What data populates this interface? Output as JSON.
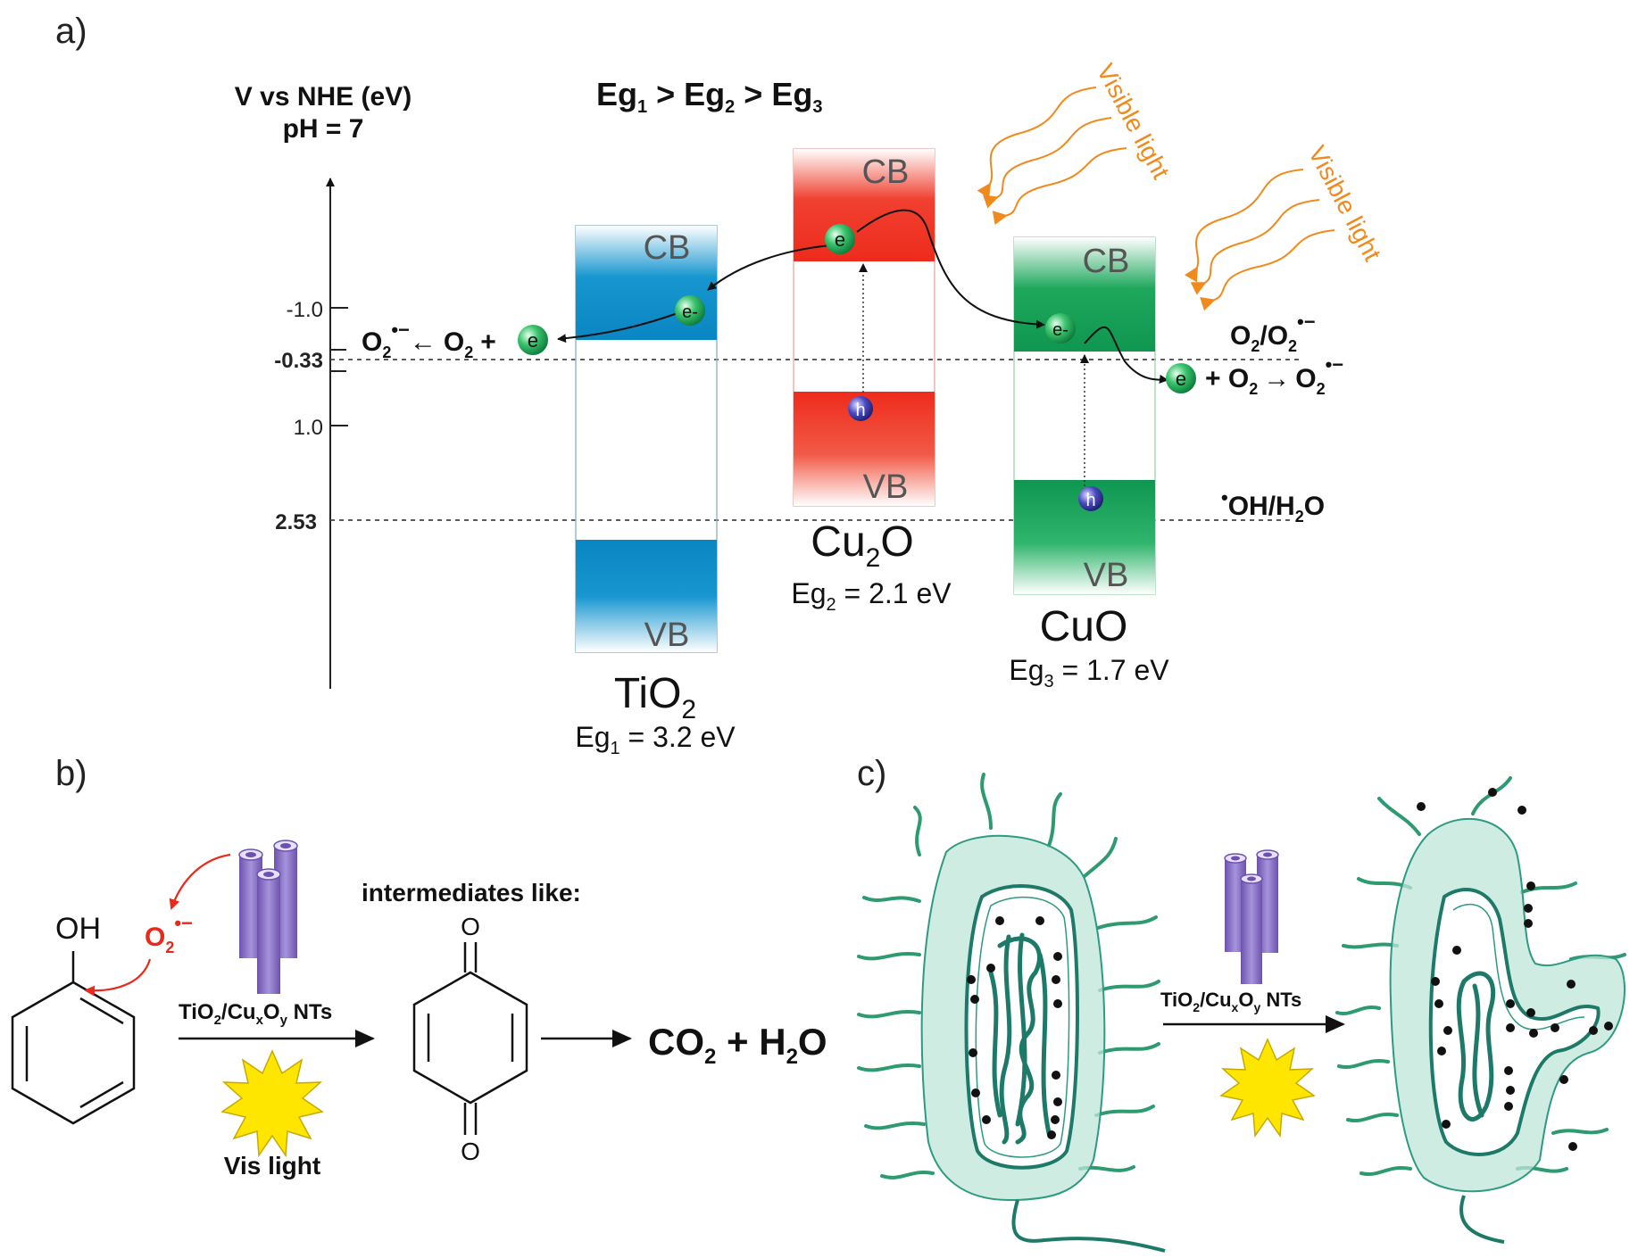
{
  "panel_labels": {
    "a": "a)",
    "b": "b)",
    "c": "c)"
  },
  "colors": {
    "tio2": "#0a8fc9",
    "cu2o": "#ee2b1c",
    "cuo": "#12a054",
    "electron": "#1fb35a",
    "hole": "#3a3ab0",
    "light": "#f08a1c",
    "radical": "#e8291c",
    "tube": "#8f78c6",
    "cell": "#2e9a80",
    "star": "#ffe600"
  },
  "panel_a": {
    "axis_title_1": "V vs NHE (eV)",
    "axis_title_2": "pH = 7",
    "inequality": {
      "p1": "Eg",
      "s1": "1",
      "p2": " > Eg",
      "s2": "2",
      "p3": " > Eg",
      "s3": "3"
    },
    "ticks": [
      {
        "label": "-1.0",
        "bold": false
      },
      {
        "label": "-0.33",
        "bold": true
      },
      {
        "label": "1.0",
        "bold": false
      },
      {
        "label": "2.53",
        "bold": true
      }
    ],
    "band_labels": {
      "cb": "CB",
      "vb": "VB"
    },
    "carrier_labels": {
      "electron": "e",
      "electron_minus": "e-",
      "hole": "h"
    },
    "light_label": "Visible light",
    "materials": {
      "tio2": {
        "name": "TiO",
        "sub": "2",
        "eg_pre": "Eg",
        "eg_sub": "1",
        "eg_val": " = 3.2 eV"
      },
      "cu2o": {
        "name1": "Cu",
        "sub": "2",
        "name2": "O",
        "eg_pre": "Eg",
        "eg_sub": "2",
        "eg_val": " = 2.1 eV"
      },
      "cuo": {
        "name": "CuO",
        "eg_pre": "Eg",
        "eg_sub": "3",
        "eg_val": " = 1.7 eV"
      }
    },
    "left_reaction": {
      "o2_rad": "O",
      "o2_rad_sub": "2",
      "o2_rad_sup": "•−",
      "arrow": "←",
      "o2": "O",
      "o2_sub": "2",
      "plus": "+"
    },
    "right_reaction": {
      "plus": "+ O",
      "o2_sub": "2",
      "arrow": "→",
      "o2_rad": "O",
      "o2_rad_sub": "2",
      "o2_rad_sup": "•−"
    },
    "redox_o2": {
      "t1": "O",
      "s1": "2",
      "t2": "/O",
      "s2": "2",
      "sup": "•−"
    },
    "redox_oh": {
      "dot": "•",
      "text": "OH/H",
      "sub": "2",
      "tail": "O"
    }
  },
  "panel_b": {
    "oh_label": "OH",
    "radical": {
      "t": "O",
      "sub": "2",
      "sup": "•−"
    },
    "catalyst": {
      "t1": "TiO",
      "s1": "2",
      "t2": "/Cu",
      "s2": "x",
      "t3": "O",
      "s3": "y",
      "t4": " NTs"
    },
    "light": "Vis light",
    "intermediates": "intermediates like:",
    "o_label": "O",
    "products": {
      "t1": "CO",
      "s1": "2",
      "t2": " + H",
      "s2": "2",
      "t3": "O"
    }
  },
  "panel_c": {
    "catalyst": {
      "t1": "TiO",
      "s1": "2",
      "t2": "/Cu",
      "s2": "x",
      "t3": "O",
      "s3": "y",
      "t4": " NTs"
    }
  }
}
